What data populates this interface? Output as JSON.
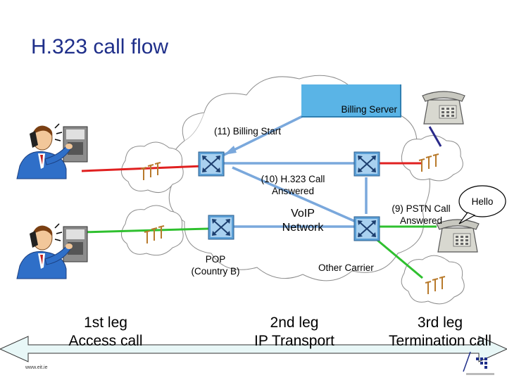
{
  "slide": {
    "title": "H.323 call flow",
    "footer": "www.eit.ie"
  },
  "labels": {
    "billing_server": "Billing Server",
    "billing_start": "(11) Billing Start",
    "call_answered_line1": "(10) H.323 Call",
    "call_answered_line2": "Answered",
    "voip_line1": "VoIP",
    "voip_line2": "Network",
    "pstn_line1": "(9) PSTN Call",
    "pstn_line2": "Answered",
    "hello": "Hello",
    "pop_line1": "POP",
    "pop_line2": "(Country B)",
    "other_carrier": "Other Carrier"
  },
  "legs": {
    "first_line1": "1st leg",
    "first_line2": "Access call",
    "second_line1": "2nd leg",
    "second_line2": "IP Transport",
    "third_line1": "3rd leg",
    "third_line2": "Termination call"
  },
  "colors": {
    "title": "#1f2f8a",
    "billing_box": "#5ab4e6",
    "voip_link": "#7aa8dc",
    "access_link": "#e02020",
    "termination_link": "#2fc02f",
    "phone_link": "#2a2a8a",
    "arrow_fill": "#e8f7f7"
  },
  "icons": {
    "caller": "person-on-phone-icon",
    "router": "router-icon",
    "antenna": "antenna-icon",
    "desk_phone": "desk-phone-icon",
    "company_logo": "logo-icon"
  }
}
